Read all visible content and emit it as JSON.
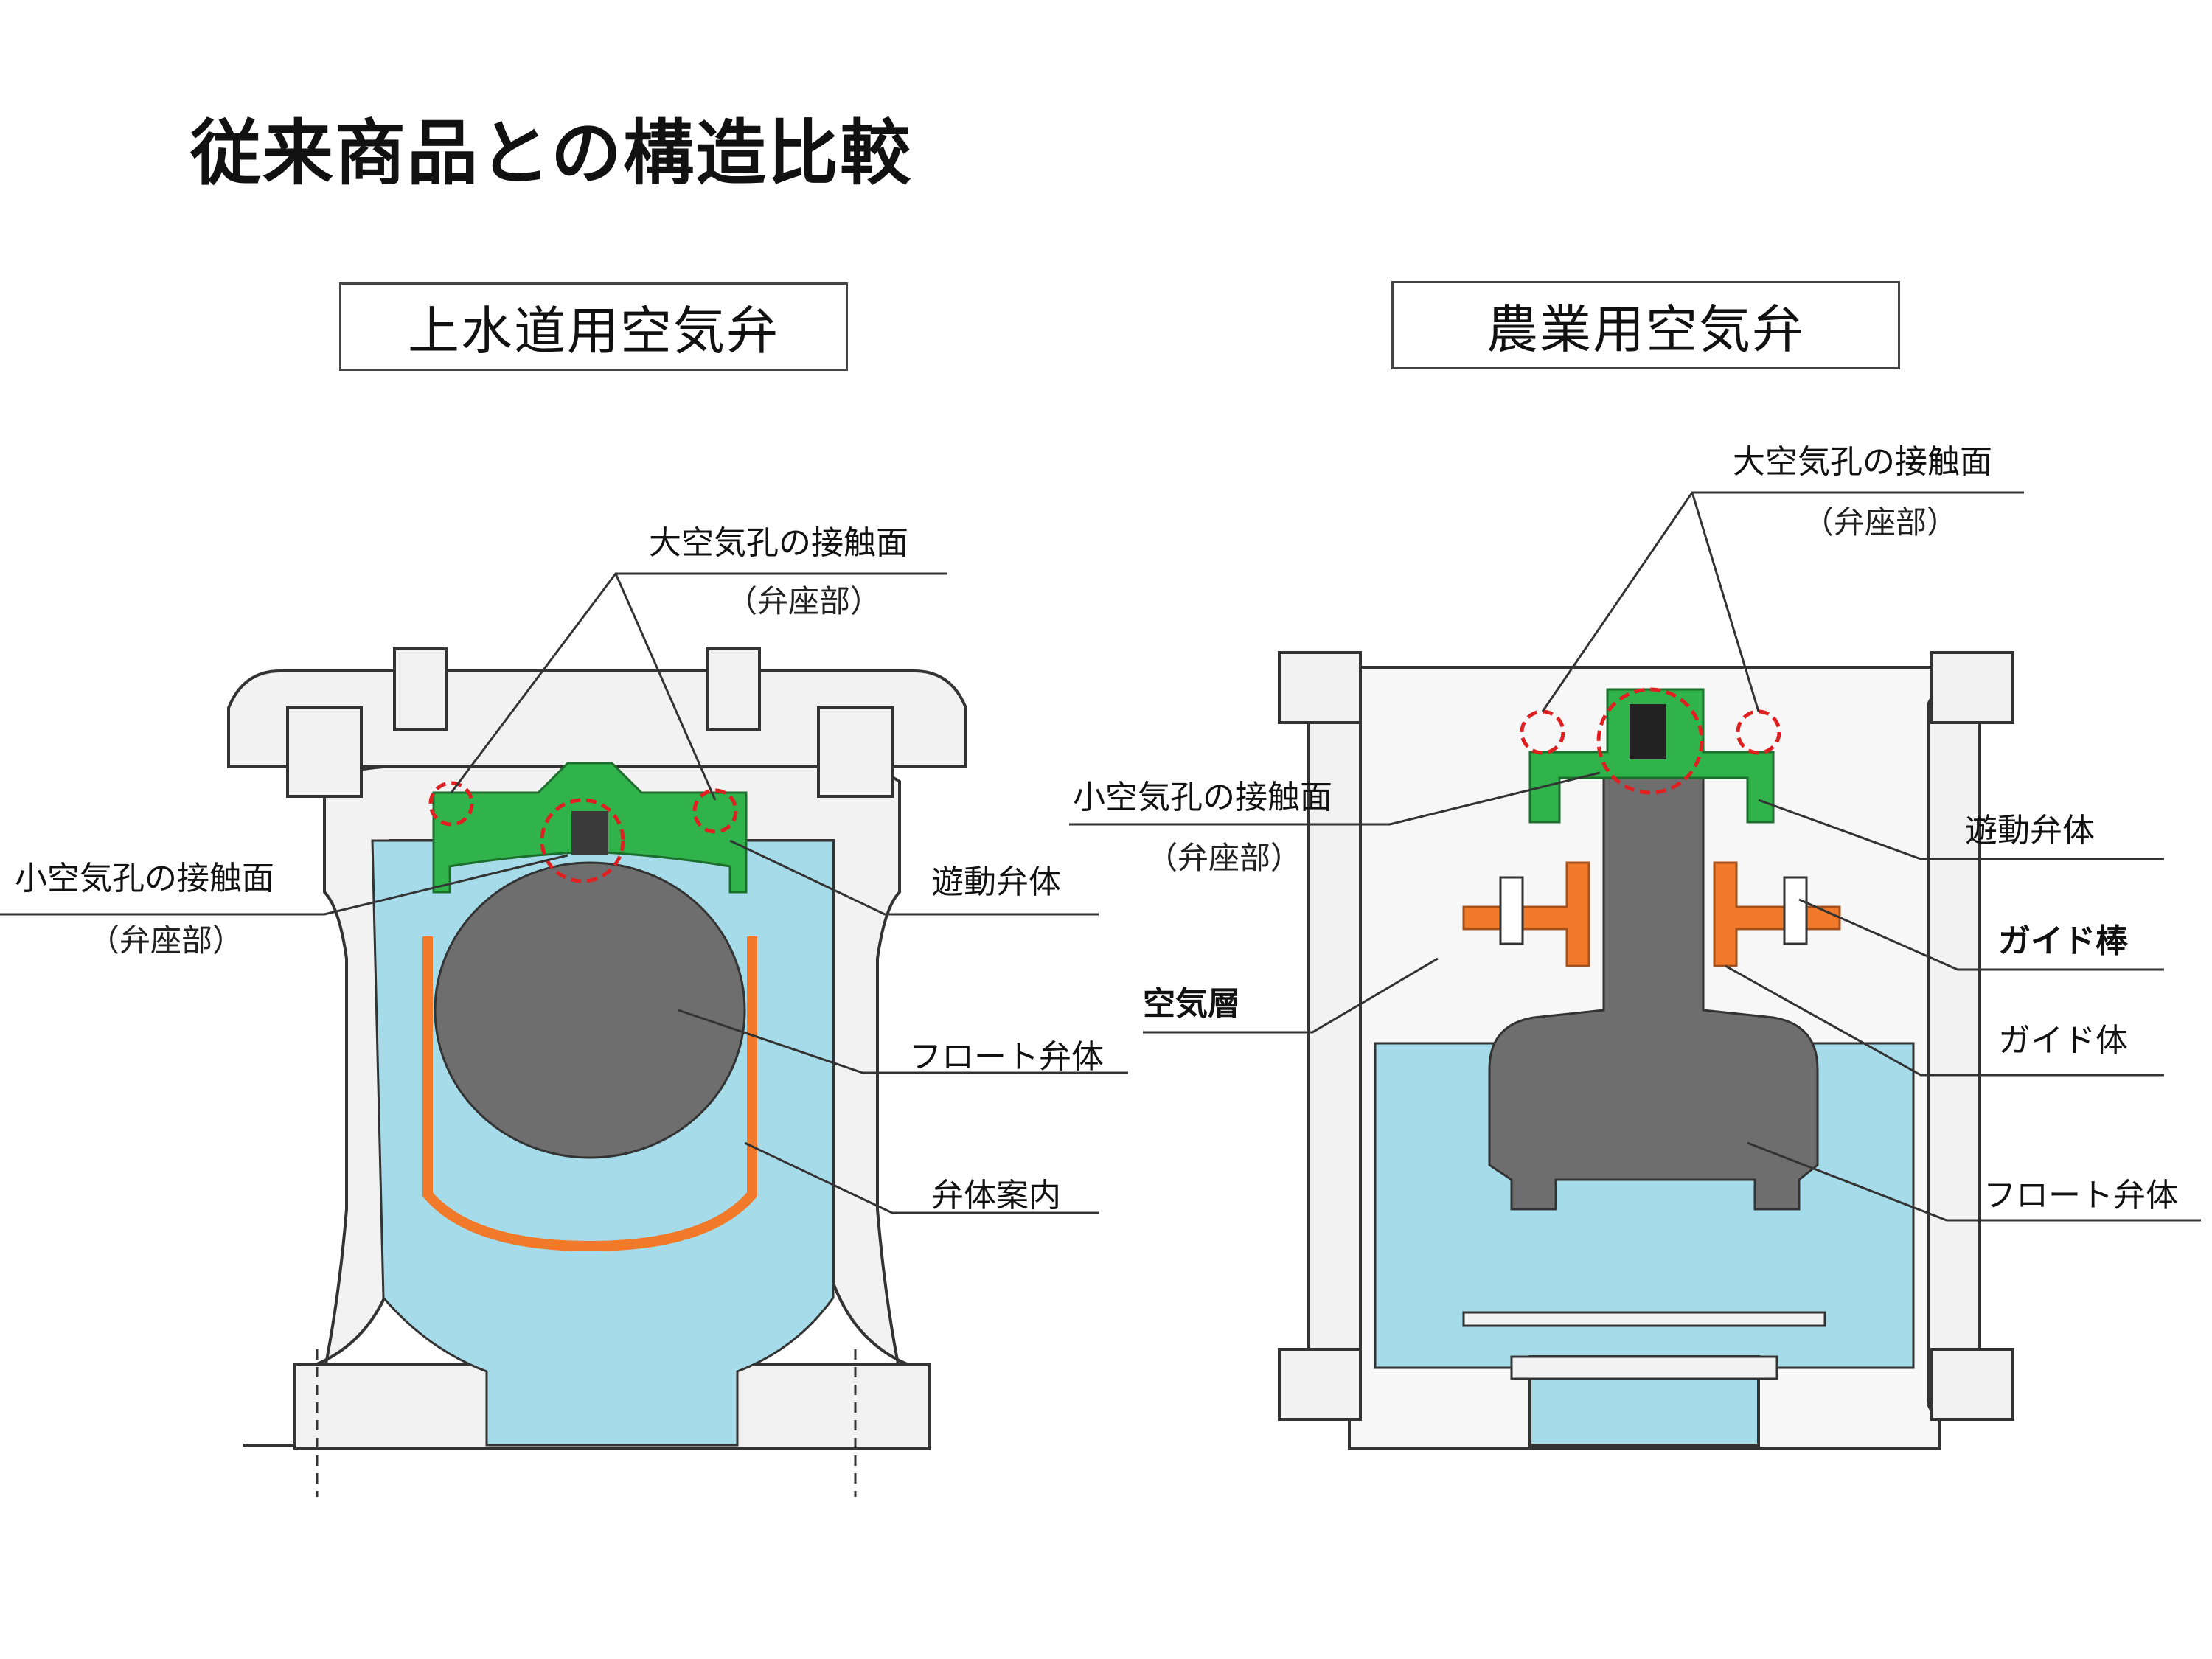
{
  "title": "従来商品との構造比較",
  "left_panel": {
    "heading": "上水道用空気弁",
    "labels": {
      "large_hole": "大空気孔の接触面",
      "large_hole_sub": "（弁座部）",
      "small_hole": "小空気孔の接触面",
      "small_hole_sub": "（弁座部）",
      "floating_valve": "遊動弁体",
      "float_valve": "フロート弁体",
      "valve_guide": "弁体案内"
    }
  },
  "right_panel": {
    "heading": "農業用空気弁",
    "labels": {
      "large_hole": "大空気孔の接触面",
      "large_hole_sub": "（弁座部）",
      "small_hole": "小空気孔の接触面",
      "small_hole_sub": "（弁座部）",
      "floating_valve": "遊動弁体",
      "guide_rod": "ガイド棒",
      "air_layer": "空気層",
      "guide_body": "ガイド体",
      "float_valve": "フロート弁体"
    }
  },
  "colors": {
    "water": "#a6dcea",
    "green_valve": "#2fb34a",
    "orange_guide": "#f0792a",
    "float_gray": "#6e6e6e",
    "seat_marker": "#e02020"
  }
}
